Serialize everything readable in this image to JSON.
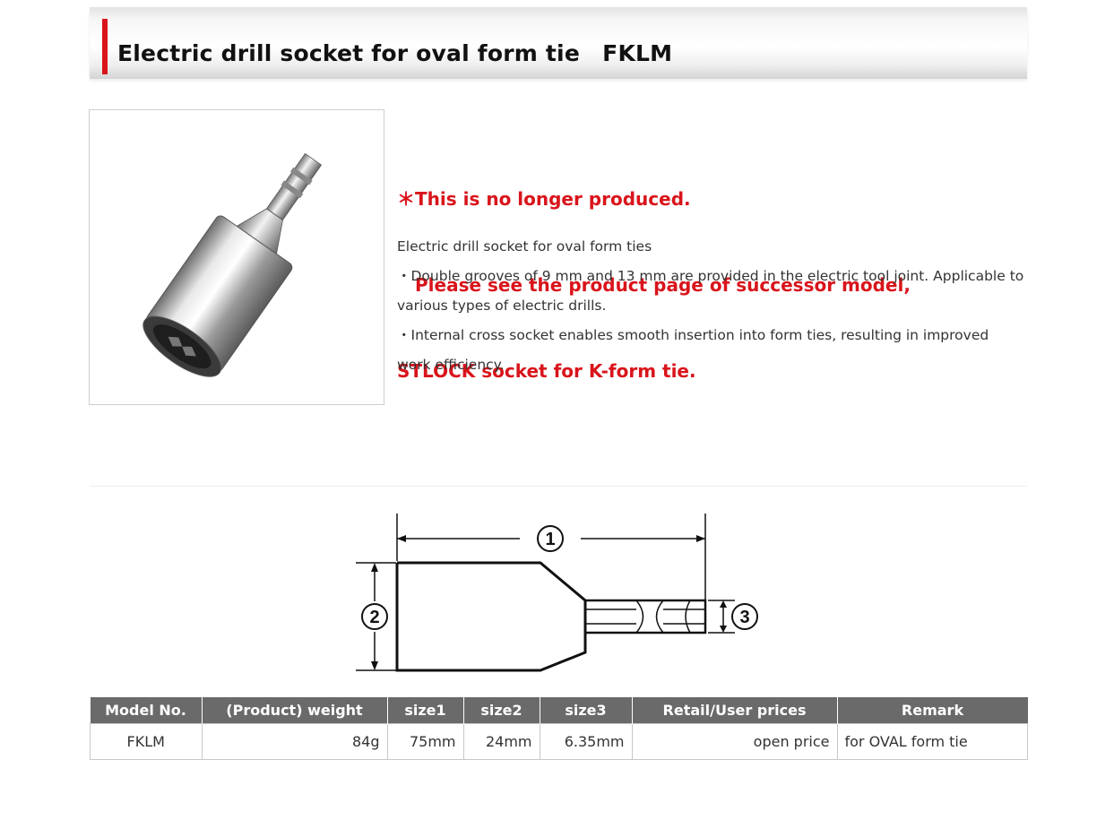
{
  "page": {
    "title": "Electric drill socket for oval form tie　FKLM"
  },
  "notice": {
    "line1": "＊This is no longer produced.",
    "line2": "　Please see the product page of successor model,",
    "line3": "STLOCK socket for K-form tie."
  },
  "description": {
    "heading": "Electric drill socket for oval form ties",
    "bullet1": "・Double grooves of 9 mm and 13 mm are provided in the electric tool joint. Applicable to various types of electric drills.",
    "bullet2": "・Internal cross socket enables smooth insertion into form ties, resulting in improved work efficiency."
  },
  "diagram": {
    "label1": "1",
    "label2": "2",
    "label3": "3"
  },
  "table": {
    "headers": [
      "Model No.",
      "(Product) weight",
      "size1",
      "size2",
      "size3",
      "Retail/User prices",
      "Remark"
    ],
    "rows": [
      [
        "FKLM",
        "84g",
        "75mm",
        "24mm",
        "6.35mm",
        "open price",
        "for OVAL form tie"
      ]
    ]
  },
  "colors": {
    "accent": "#d9141b",
    "table_header_bg": "#6a6a6a"
  }
}
